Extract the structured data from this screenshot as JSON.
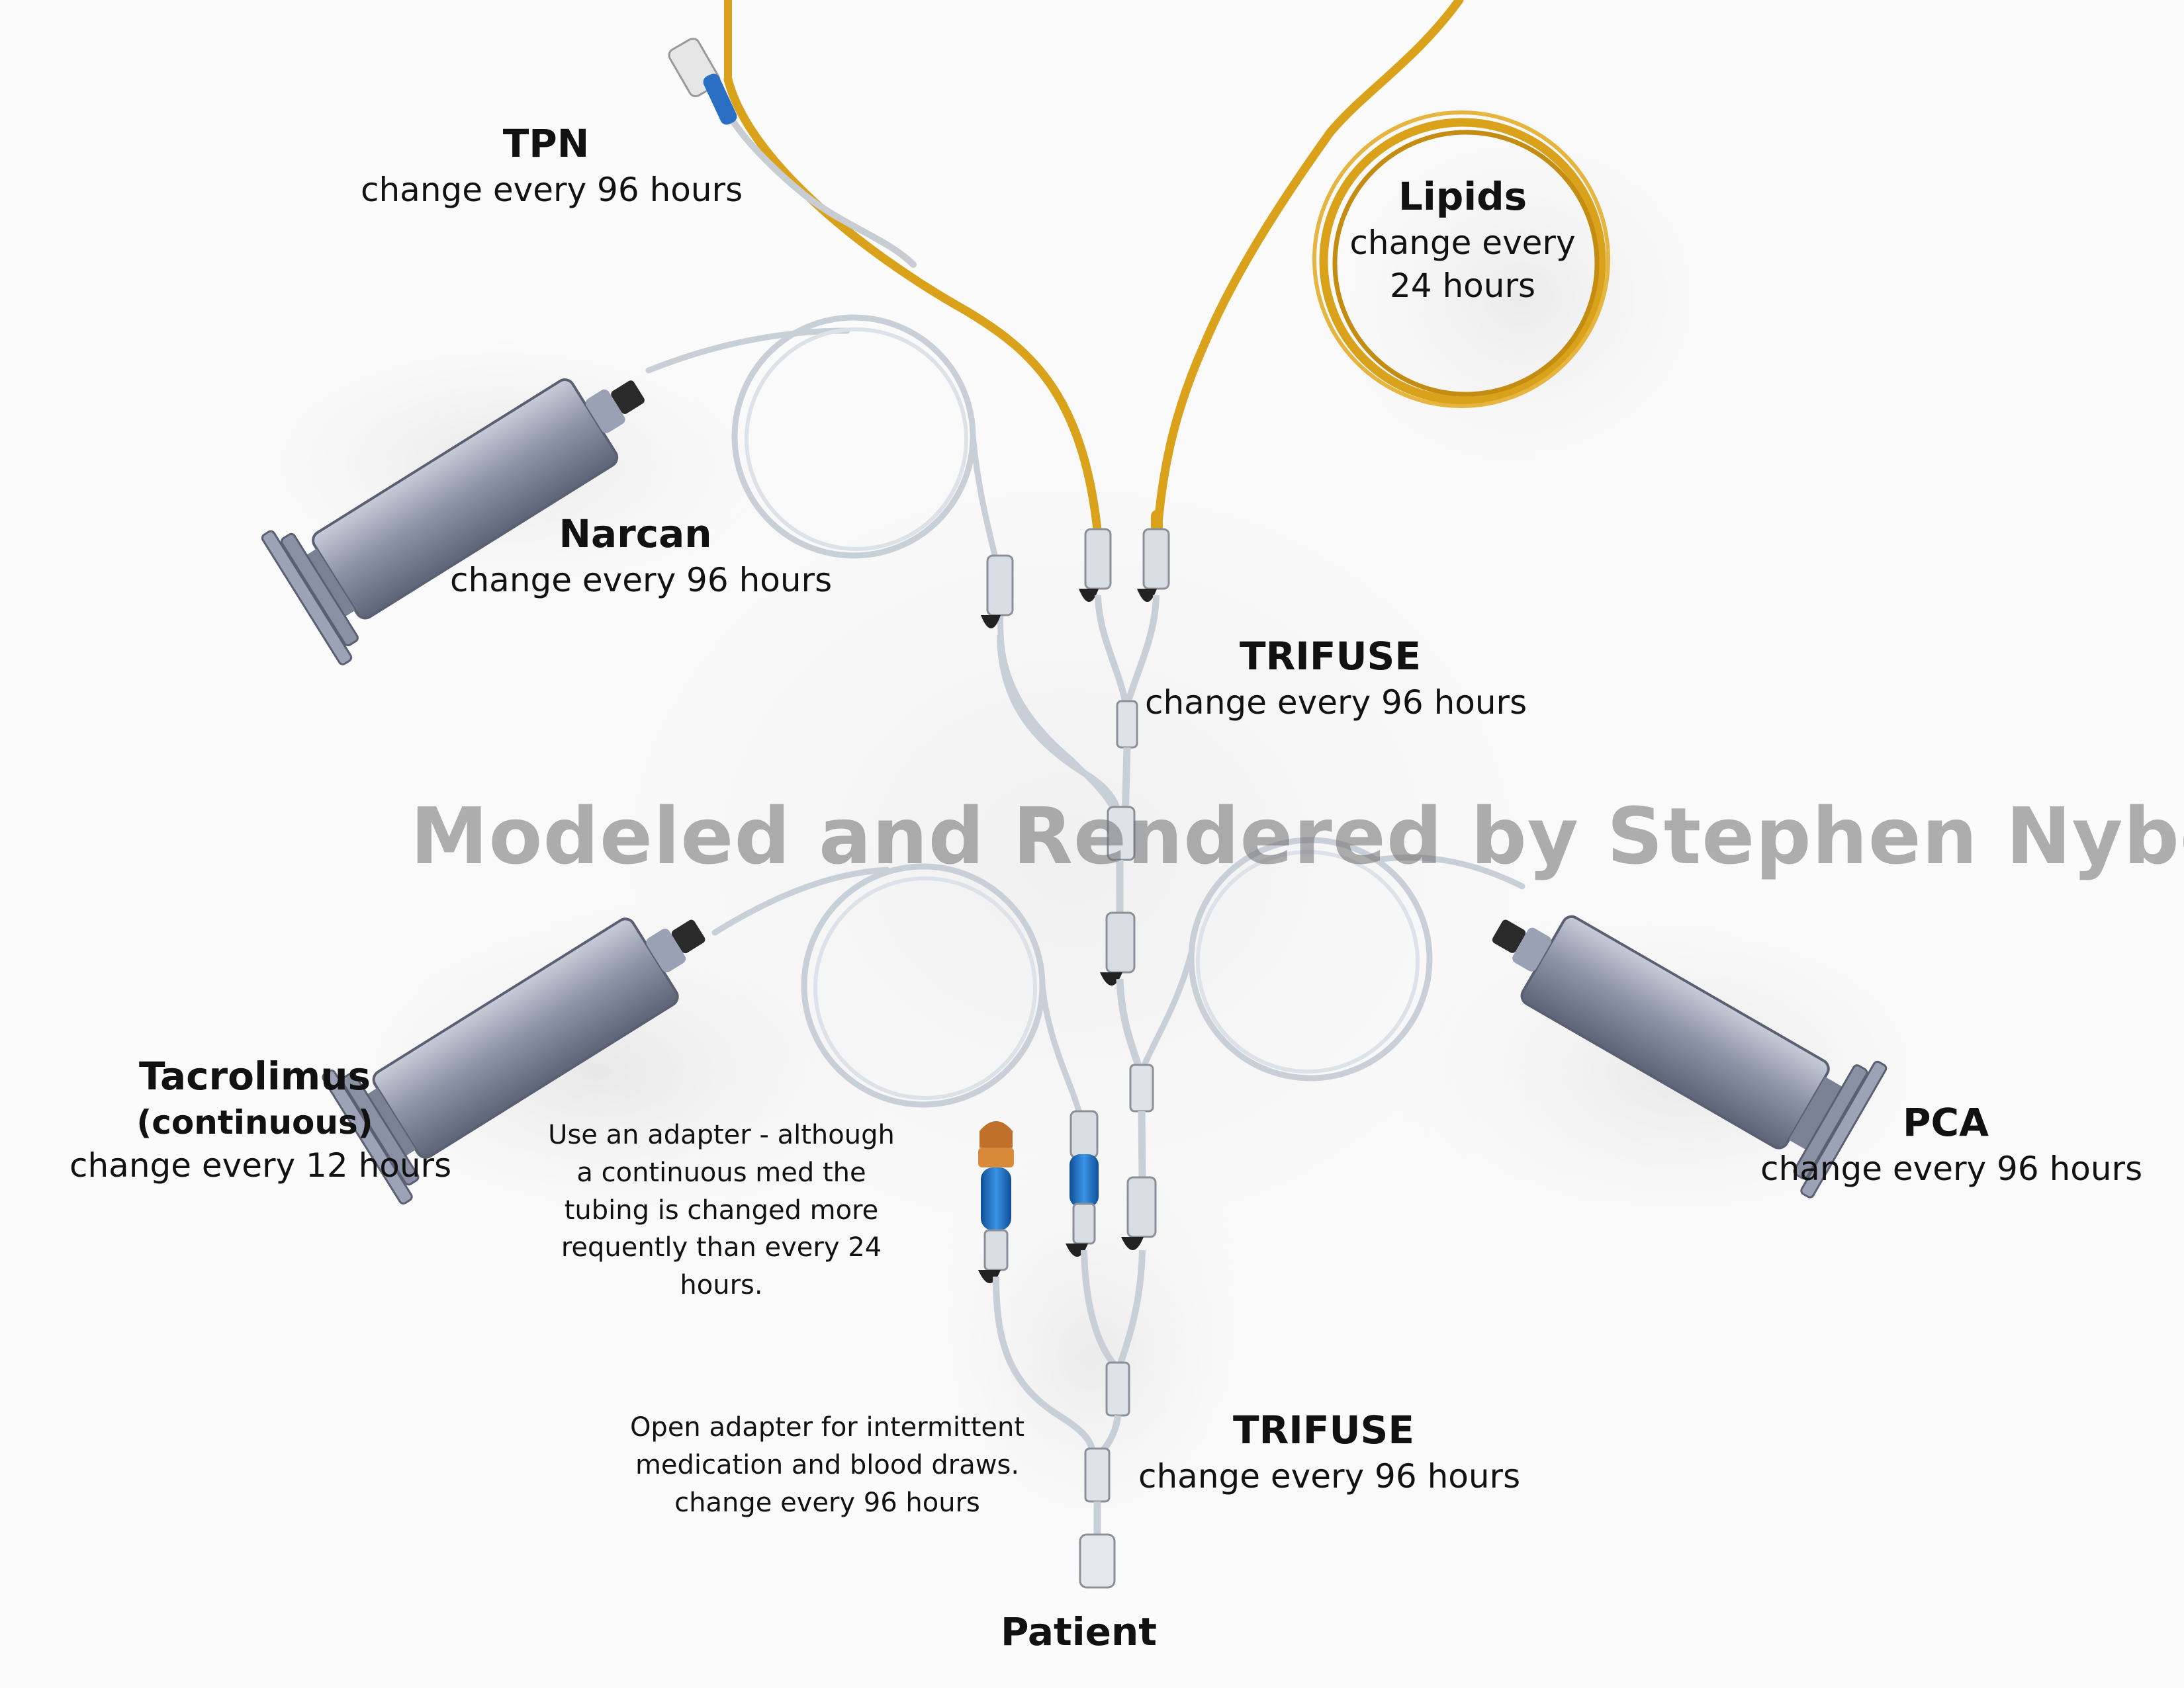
{
  "labels": {
    "tpn": {
      "title": "TPN",
      "desc": "change every 96 hours"
    },
    "lipids": {
      "title": "Lipids",
      "desc_line1": "change every",
      "desc_line2": "24 hours"
    },
    "narcan": {
      "title": "Narcan",
      "desc": "change every 96 hours"
    },
    "trifuse_upper": {
      "title": "TRIFUSE",
      "desc": "change every 96 hours"
    },
    "tacrolimus": {
      "title": "Tacrolimus",
      "subtitle": "(continuous)",
      "desc": "change every 12 hours"
    },
    "pca": {
      "title": "PCA",
      "desc": "change every 96 hours"
    },
    "trifuse_lower": {
      "title": "TRIFUSE",
      "desc": "change every 96 hours"
    },
    "patient": {
      "title": "Patient"
    }
  },
  "notes": {
    "adapter_note": [
      "Use an adapter - although",
      "a continuous med the",
      "tubing is changed more",
      "requently than every 24",
      "hours."
    ],
    "open_adapter_note": [
      "Open adapter for intermittent",
      "medication and blood draws.",
      "change every 96 hours"
    ]
  },
  "watermark": "Modeled and Rendered by Stephen Nyberg",
  "colors": {
    "lipid_tubing": "#d9a21a",
    "clear_tubing": "#c9cfd6",
    "syringe_barrel": "#8b93a8",
    "connector_dark": "#2a2a2a",
    "adapter_blue": "#1e73c8",
    "cap_orange": "#c0702a"
  }
}
